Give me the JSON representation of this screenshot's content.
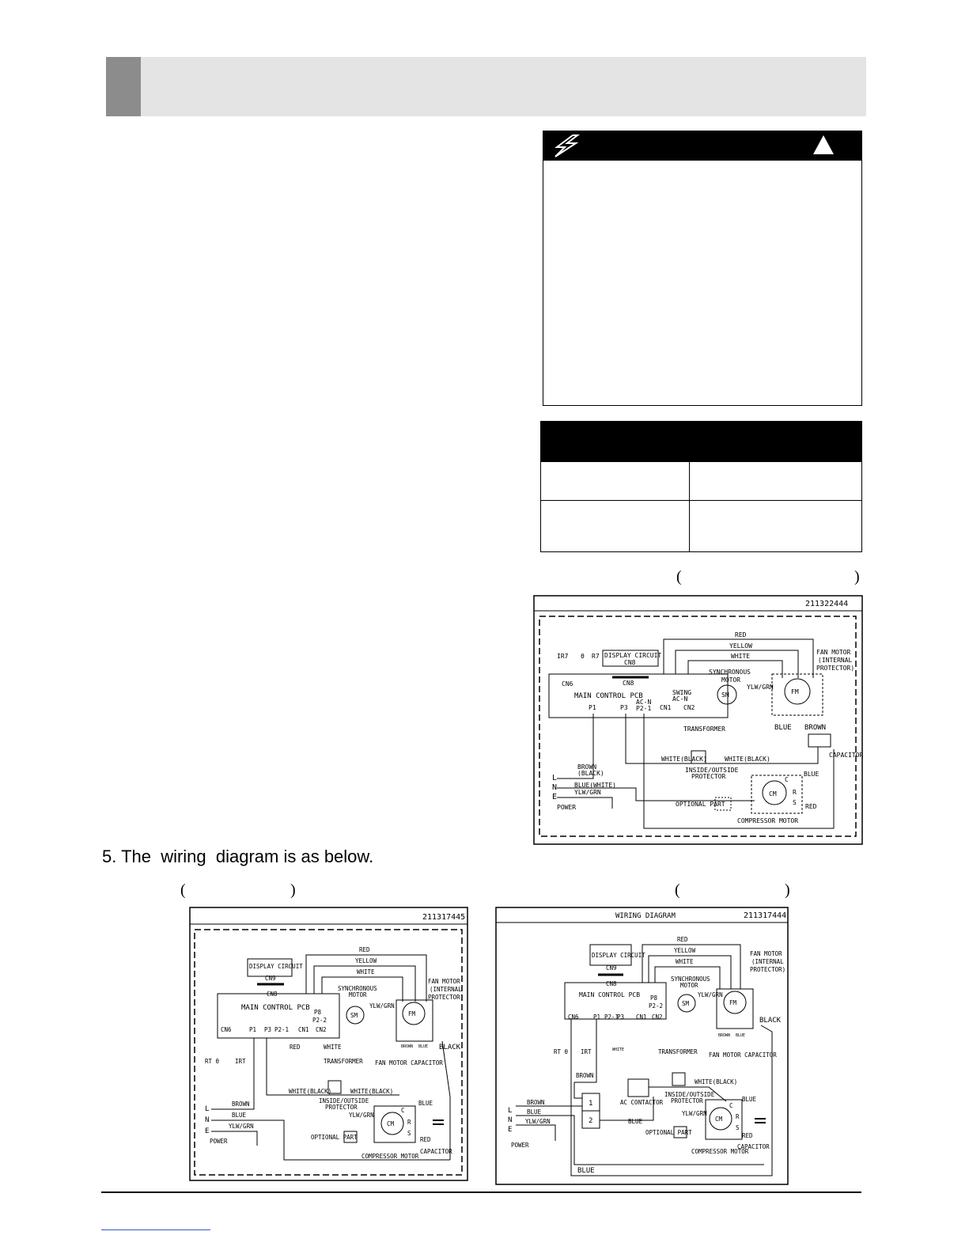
{
  "section": {
    "title": "5. The  wiring  diagram is as below."
  },
  "diagrams": {
    "d1": {
      "id": "211322444",
      "labels": {
        "ir7": "IR7",
        "theta": "θ",
        "r7": "R7",
        "display_circuit": "DISPLAY CIRCUIT",
        "cn8": "CN8",
        "cn6": "CN6",
        "main_pcb": "MAIN CONTROL PCB",
        "p1": "P1",
        "p3": "P3",
        "acn": "AC-N",
        "p21": "P2-1",
        "cn1": "CN1",
        "cn2": "CN2",
        "swing": "SWING",
        "acn2": "AC-N",
        "red": "RED",
        "yellow": "YELLOW",
        "white": "WHITE",
        "sync_motor": "SYNCHRONOUS",
        "motor": "MOTOR",
        "sm": "SM",
        "fan_motor": "FAN MOTOR",
        "internal": "(INTERNAL",
        "protector": "PROTECTOR)",
        "fm": "FM",
        "ylwgrn": "YLW/GRN",
        "transformer": "TRANSFORMER",
        "blue": "BLUE",
        "brown": "BROWN",
        "capacitor": "CAPACITOR",
        "white_black1": "WHITE(BLACK)",
        "white_black2": "WHITE(BLACK)",
        "inside_outside": "INSIDE/OUTSIDE",
        "protector2": "PROTECTOR",
        "brown_l": "BROWN",
        "black_l": "(BLACK)",
        "blue_white": "BLUE(WHITE)",
        "ylwgrn2": "YLW/GRN",
        "L": "L",
        "N": "N",
        "E": "E",
        "power": "POWER",
        "optional": "OPTIONAL PART",
        "cm": "CM",
        "c": "C",
        "r": "R",
        "s": "S",
        "blue2": "BLUE",
        "red2": "RED",
        "compressor": "COMPRESSOR MOTOR"
      }
    },
    "d2": {
      "id": "211317445",
      "labels": {
        "display_circuit": "DISPLAY CIRCUIT",
        "cn9": "CN9",
        "cn8": "CN8",
        "main_pcb": "MAIN CONTROL PCB",
        "red": "RED",
        "yellow": "YELLOW",
        "white": "WHITE",
        "sync": "SYNCHRONOUS",
        "motor": "MOTOR",
        "sm": "SM",
        "p8": "P8",
        "p22": "P2-2",
        "fan_motor": "FAN MOTOR",
        "internal": "(INTERNAL",
        "protector": "PROTECTOR)",
        "fm": "FM",
        "ylwgrn": "YLW/GRN",
        "cn6": "CN6",
        "p1": "P1",
        "p3": "P3",
        "p21": "P2-1",
        "cn1": "CN1",
        "cn2": "CN2",
        "red2": "RED",
        "white2": "WHITE",
        "transformer": "TRANSFORMER",
        "fmc": "FAN MOTOR CAPACITOR",
        "black": "BLACK",
        "brown_s": "BROWN",
        "blue_s": "BLUE",
        "rt": "RT θ",
        "irt": "IRT",
        "wb1": "WHITE(BLACK)",
        "wb2": "WHITE(BLACK)",
        "io": "INSIDE/OUTSIDE",
        "prot": "PROTECTOR",
        "L": "L",
        "N": "N",
        "E": "E",
        "brown": "BROWN",
        "blue": "BLUE",
        "ylwgrn2": "YLW/GRN",
        "power": "POWER",
        "ylwgrn3": "YLW/GRN",
        "optional": "OPTIONAL PART",
        "cm": "CM",
        "c": "C",
        "r": "R",
        "s": "S",
        "blue2": "BLUE",
        "red3": "RED",
        "capacitor": "CAPACITOR",
        "compressor": "COMPRESSOR MOTOR"
      }
    },
    "d3": {
      "title": "WIRING DIAGRAM",
      "id": "211317444",
      "labels": {
        "red": "RED",
        "yellow": "YELLOW",
        "white": "WHITE",
        "display_circuit": "DISPLAY CIRCUIT",
        "cn9": "CN9",
        "cn8": "CN8",
        "sync": "SYNCHRONOUS",
        "motor": "MOTOR",
        "sm": "SM",
        "p8": "P8",
        "p22": "P2-2",
        "fan_motor": "FAN MOTOR",
        "internal": "(INTERNAL",
        "protector": "PROTECTOR)",
        "main_pcb": "MAIN CONTROL PCB",
        "fm": "FM",
        "ylwgrn": "YLW/GRN",
        "black": "BLACK",
        "cn6": "CN6",
        "p1": "P1",
        "p21": "P2-1",
        "p3": "P3",
        "cn1": "CN1",
        "cn2": "CN2",
        "rt": "RT θ",
        "irt": "IRT",
        "transformer": "TRANSFORMER",
        "fmc": "FAN MOTOR CAPACITOR",
        "brown_s": "BROWN",
        "blue_s": "BLUE",
        "brown": "BROWN",
        "one": "1",
        "two": "2",
        "white2": "WHITE",
        "ac": "AC CONTACTOR",
        "wb": "WHITE(BLACK)",
        "io": "INSIDE/OUTSIDE",
        "prot": "PROTECTOR",
        "brown2": "BROWN",
        "blue": "BLUE",
        "ylwgrn2": "YLW/GRN",
        "L": "L",
        "N": "N",
        "E": "E",
        "power": "POWER",
        "blue3": "BLUE",
        "ylwgrn3": "YLW/GRN",
        "optional": "OPTIONAL PART",
        "cm": "CM",
        "c": "C",
        "r": "R",
        "s": "S",
        "blue4": "BLUE",
        "red2": "RED",
        "capacitor": "CAPACITOR",
        "compressor": "COMPRESSOR MOTOR",
        "blue5": "BLUE"
      }
    }
  },
  "parens": {
    "left": "(",
    "right": ")"
  }
}
